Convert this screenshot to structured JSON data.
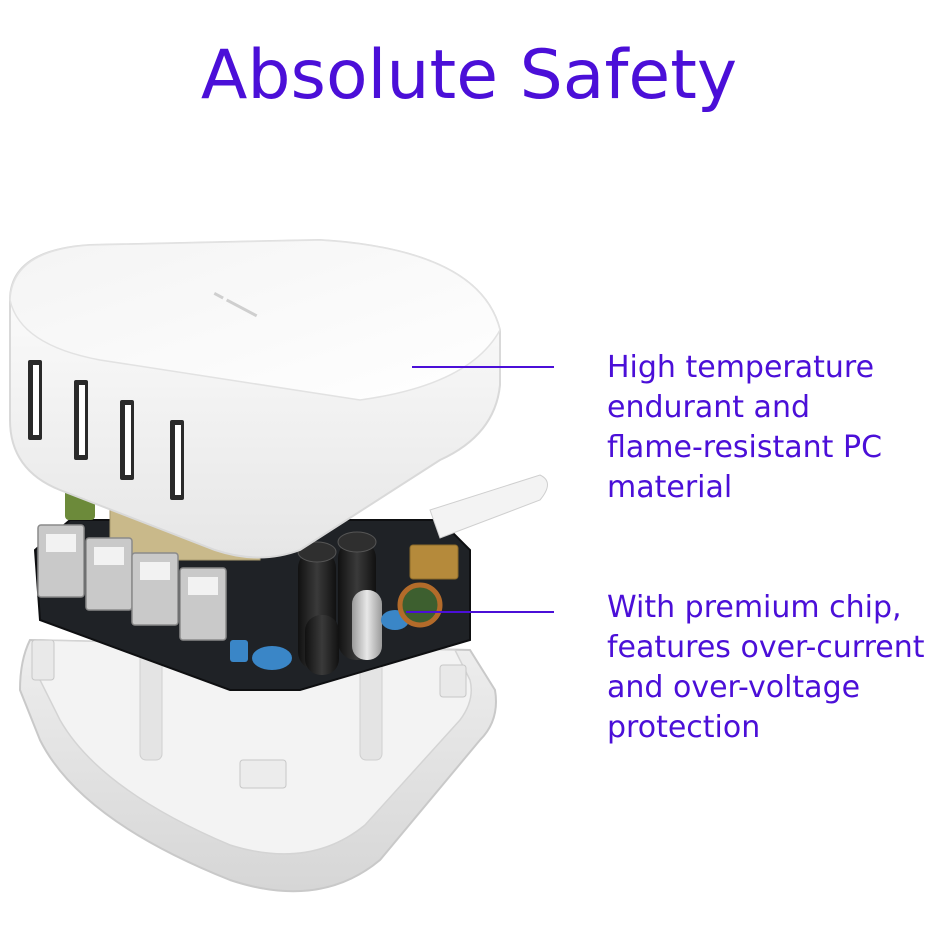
{
  "title": "Absolute Safety",
  "callouts": [
    {
      "text": "High temperature\nendurant and\nflame-resistant PC\nmaterial"
    },
    {
      "text": "With premium chip,\nfeatures over-current\nand over-voltage\nprotection"
    }
  ],
  "colors": {
    "accent": "#4b0fd8",
    "shell": "#ffffff",
    "pcb": "#1f2226"
  }
}
